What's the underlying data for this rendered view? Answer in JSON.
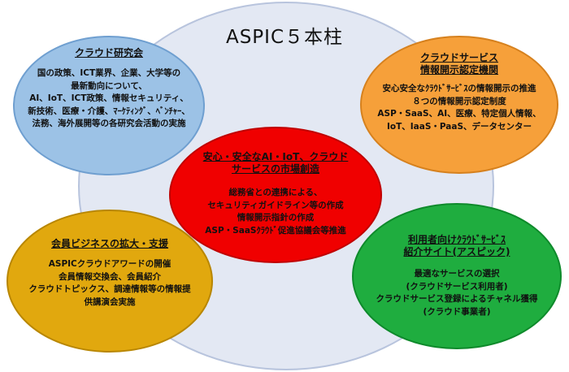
{
  "title": "ASPIC５本柱",
  "nodes": {
    "top_left": {
      "title": "クラウド研究会",
      "lines": [
        "国の政策、ICT業界、企業、大学等の",
        "最新動向について、",
        "AI、IoT、ICT政策、情報セキュリティ、",
        "新技術、医療・介護、ﾏｰｹﾃｨﾝｸﾞ、ﾍﾞﾝﾁｬｰ、",
        "法務、海外展開等の各研究会活動の実施"
      ]
    },
    "top_right": {
      "title_lines": [
        "クラウドサービス",
        "情報開示認定機関"
      ],
      "lines": [
        "安心安全なｸﾗｳﾄﾞｻｰﾋﾞｽの情報開示の推進",
        "８つの情報開示認定制度",
        "ASP・SaaS、AI、医療、特定個人情報、",
        "IoT、IaaS・PaaS、データセンター"
      ]
    },
    "center": {
      "title_lines": [
        "安心・安全なAI・IoT、クラウド",
        "サービスの市場創造"
      ],
      "lines": [
        "総務省との連携による、",
        "セキュリティガイドライン等の作成",
        "情報開示指針の作成",
        "ASP・SaaSｸﾗｳﾄﾞ促進協議会等推進"
      ]
    },
    "bottom_left": {
      "title": "会員ビジネスの拡大・支援",
      "lines": [
        "ASPICクラウドアワードの開催",
        "会員情報交換会、会員紹介",
        "クラウドトピックス、調達情報等の情報提",
        "供講演会実施"
      ]
    },
    "bottom_right": {
      "title_lines": [
        "利用者向けｸﾗｳﾄﾞｻｰﾋﾞｽ",
        "紹介サイト(アスピック)"
      ],
      "lines": [
        "最適なサービスの選択",
        "(クラウドサービス利用者)",
        "クラウドサービス登録によるチャネル獲得",
        "(クラウド事業者)"
      ]
    }
  },
  "colors": {
    "background_ellipse": "#e3e8f3",
    "top_left": "#9cc2e6",
    "top_right": "#f6a03a",
    "center": "#f00000",
    "bottom_left": "#e1a80e",
    "bottom_right": "#1fad3f"
  }
}
